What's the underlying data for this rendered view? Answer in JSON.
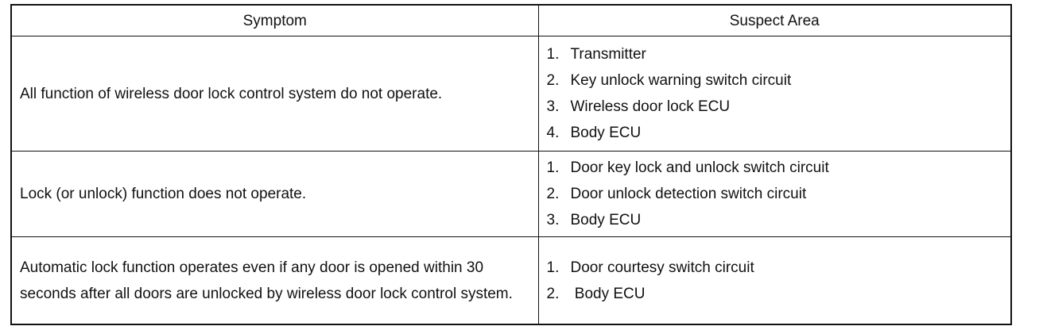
{
  "table": {
    "headers": {
      "symptom": "Symptom",
      "suspect_area": "Suspect Area"
    },
    "rows": [
      {
        "symptom": "All function of wireless door lock control system do not operate.",
        "areas": [
          {
            "num": "1.",
            "text": "Transmitter"
          },
          {
            "num": "2.",
            "text": "Key unlock warning switch circuit"
          },
          {
            "num": "3.",
            "text": "Wireless door lock ECU"
          },
          {
            "num": "4.",
            "text": "Body ECU"
          }
        ]
      },
      {
        "symptom": "Lock (or unlock) function does not operate.",
        "areas": [
          {
            "num": "1.",
            "text": "Door key lock and unlock switch circuit"
          },
          {
            "num": "2.",
            "text": "Door unlock detection switch circuit"
          },
          {
            "num": "3.",
            "text": "Body ECU"
          }
        ]
      },
      {
        "symptom": "Automatic lock function operates even if any door is opened within 30 seconds after all doors are unlocked by wireless door lock control system.",
        "areas": [
          {
            "num": "1.",
            "text": "Door courtesy switch circuit"
          },
          {
            "num": "2.",
            "text": " Body ECU"
          }
        ]
      }
    ]
  }
}
